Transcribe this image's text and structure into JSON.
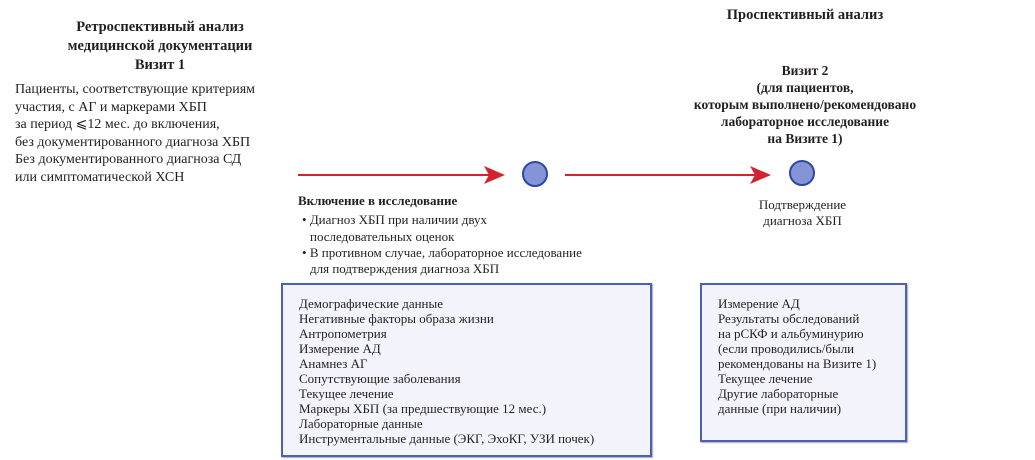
{
  "retro": {
    "title_line1": "Ретроспективный анализ",
    "title_line2": "медицинской документации",
    "visit": "Визит 1",
    "criteria": [
      "Пациенты, соответствующие критериям",
      "участия, с АГ и маркерами ХБП",
      "за период ⩽12 мес. до включения,",
      "без документированного диагноза ХБП",
      "Без документированного диагноза СД",
      "или симптоматической ХСН"
    ]
  },
  "prosp": {
    "title": "Проспективный анализ",
    "visit_lines": [
      "Визит 2",
      "(для пациентов,",
      "которым выполнено/рекомендовано",
      "лабораторное исследование",
      "на Визите 1)"
    ],
    "confirm_lines": [
      "Подтверждение",
      "диагноза ХБП"
    ]
  },
  "inclusion": {
    "title": "Включение в исследование",
    "bullets": [
      [
        "Диагноз ХБП при наличии двух",
        "последовательных оценок"
      ],
      [
        "В противном случае, лабораторное исследование",
        "для подтверждения диагноза ХБП"
      ]
    ]
  },
  "box1": [
    "Демографические данные",
    "Негативные факторы образа жизни",
    "Антропометрия",
    "Измерение АД",
    "Анамнез АГ",
    "Сопутствующие заболевания",
    "Текущее лечение",
    "Маркеры ХБП (за предшествующие 12 мес.)",
    "Лабораторные данные",
    "Инструментальные данные (ЭКГ, ЭхоКГ, УЗИ почек)"
  ],
  "box2": [
    "Измерение АД",
    "Результаты обследований",
    "на рСКФ и альбуминурию",
    "(если проводились/были",
    "рекомендованы на Визите 1)",
    "Текущее лечение",
    "Другие лабораторные",
    "данные (при наличии)"
  ],
  "colors": {
    "arrow": "#d3232e",
    "node_fill": "#8494d6",
    "node_stroke": "#2c47a8",
    "box_border": "#4b60b2"
  }
}
